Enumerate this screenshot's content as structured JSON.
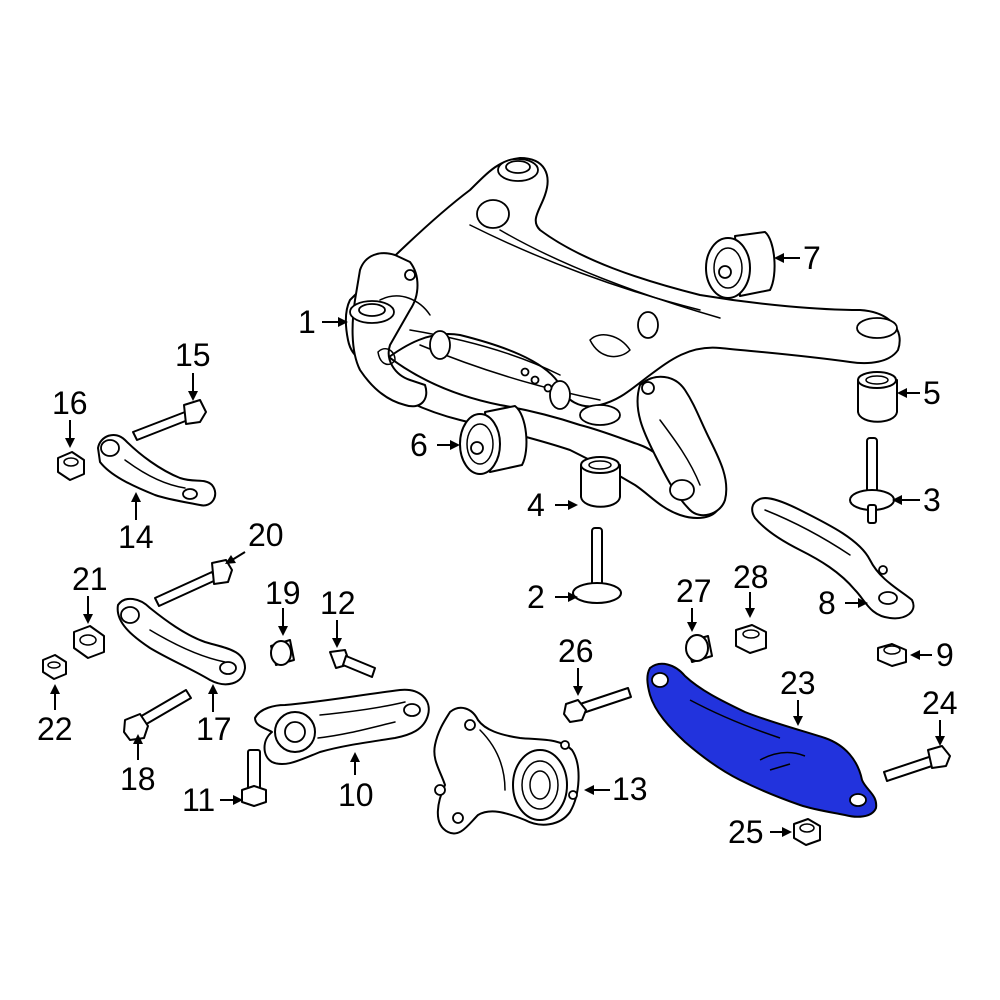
{
  "diagram": {
    "highlight_color": "#2233dd",
    "highlighted_part": "23",
    "callouts": [
      "1",
      "2",
      "3",
      "4",
      "5",
      "6",
      "7",
      "8",
      "9",
      "10",
      "11",
      "12",
      "13",
      "14",
      "15",
      "16",
      "17",
      "18",
      "19",
      "20",
      "21",
      "22",
      "23",
      "24",
      "25",
      "26",
      "27",
      "28"
    ]
  }
}
